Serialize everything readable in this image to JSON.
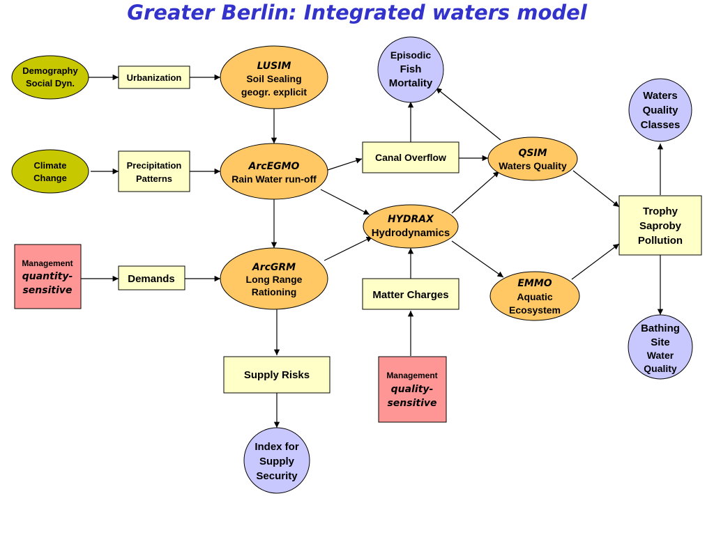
{
  "title": "Greater Berlin: Integrated waters model",
  "colors": {
    "title": "#3333cc",
    "driver_fill": "#c8c800",
    "process_fill": "#ffffc8",
    "model_fill": "#ffc864",
    "management_fill": "#ff9696",
    "outcome_fill": "#c8c8ff"
  },
  "nodes": {
    "demography": {
      "line1": "Demography",
      "line2": "Social Dyn."
    },
    "climate": {
      "line1": "Climate",
      "line2": "Change"
    },
    "management_quantity": {
      "line1": "Management",
      "line2": "quantity-",
      "line3": "sensitive"
    },
    "urbanization": {
      "line1": "Urbanization"
    },
    "precipitation": {
      "line1": "Precipitation",
      "line2": "Patterns"
    },
    "demands": {
      "line1": "Demands"
    },
    "lusim": {
      "line1": "LUSIM",
      "line2": "Soil Sealing",
      "line3": "geogr. explicit"
    },
    "arcegmo": {
      "line1": "ArcEGMO",
      "line2": "Rain Water run-off"
    },
    "arcgrm": {
      "line1": "ArcGRM",
      "line2": "Long Range",
      "line3": "Rationing"
    },
    "supply_risks": {
      "line1": "Supply Risks"
    },
    "index_supply": {
      "line1": "Index for",
      "line2": "Supply",
      "line3": "Security"
    },
    "episodic_fish": {
      "line1": "Episodic",
      "line2": "Fish",
      "line3": "Mortality"
    },
    "canal_overflow": {
      "line1": "Canal Overflow"
    },
    "hydrax": {
      "line1": "HYDRAX",
      "line2": "Hydrodynamics"
    },
    "matter_charges": {
      "line1": "Matter Charges"
    },
    "management_quality": {
      "line1": "Management",
      "line2": "quality-",
      "line3": "sensitive"
    },
    "qsim": {
      "line1": "QSIM",
      "line2": "Waters Quality"
    },
    "emmo": {
      "line1": "EMMO",
      "line2": "Aquatic",
      "line3": "Ecosystem"
    },
    "trophy": {
      "line1": "Trophy",
      "line2": "Saproby",
      "line3": "Pollution"
    },
    "waters_quality_classes": {
      "line1": "Waters",
      "line2": "Quality",
      "line3": "Classes"
    },
    "bathing_site": {
      "line1": "Bathing",
      "line2": "Site",
      "line3": "Water",
      "line4": "Quality"
    }
  }
}
